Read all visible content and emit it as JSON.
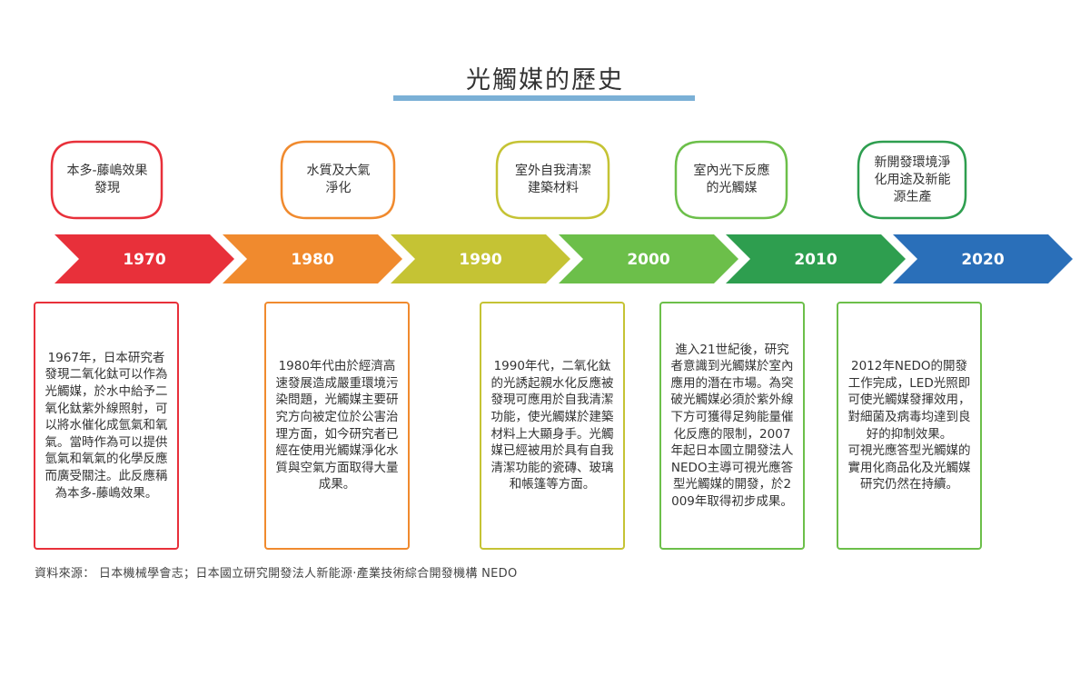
{
  "title": "光觸媒的歷史",
  "colors": {
    "title_bar": "#7bb0d6",
    "stage1": "#e8303a",
    "stage2": "#f08a2e",
    "stage3": "#c5c334",
    "stage4": "#6cbf4a",
    "stage5": "#2e9e4f",
    "stage6": "#2a6fb9"
  },
  "years": [
    "1970",
    "1980",
    "1990",
    "2000",
    "2010",
    "2020"
  ],
  "milestones": [
    "本多-藤嶋效果\n發現",
    "水質及大氣\n淨化",
    "室外自我清潔\n建築材料",
    "室內光下反應\n的光觸媒",
    "新開發環境淨\n化用途及新能\n源生產"
  ],
  "descriptions": [
    "1967年，日本研究者發現二氧化鈦可以作為光觸媒，於水中給予二氧化鈦紫外線照射，可以將水催化成氫氣和氧氣。當時作為可以提供氫氣和氧氣的化學反應而廣受關注。此反應稱為本多-藤嶋效果。",
    "1980年代由於經濟高速發展造成嚴重環境污染問題，光觸媒主要研究方向被定位於公害治理方面，如今研究者已經在使用光觸媒淨化水質與空氣方面取得大量成果。",
    "1990年代，二氧化鈦的光誘起親水化反應被發現可應用於自我清潔功能，使光觸媒於建築材料上大顯身手。光觸媒已經被用於具有自我清潔功能的瓷磚、玻璃和帳篷等方面。",
    "進入21世紀後，研究者意識到光觸媒於室內應用的潛在市場。為突破光觸媒必須於紫外線下方可獲得足夠能量催化反應的限制，2007年起日本國立開發法人NEDO主導可視光應答型光觸媒的開發，於2009年取得初步成果。",
    "2012年NEDO的開發工作完成，LED光照即可使光觸媒發揮效用，對細菌及病毒均達到良好的抑制效果。\n可視光應答型光觸媒的實用化商品化及光觸媒研究仍然在持續。"
  ],
  "source": "資料來源： 日本機械學會志；日本國立研究開發法人新能源·產業技術綜合開發機構 NEDO"
}
